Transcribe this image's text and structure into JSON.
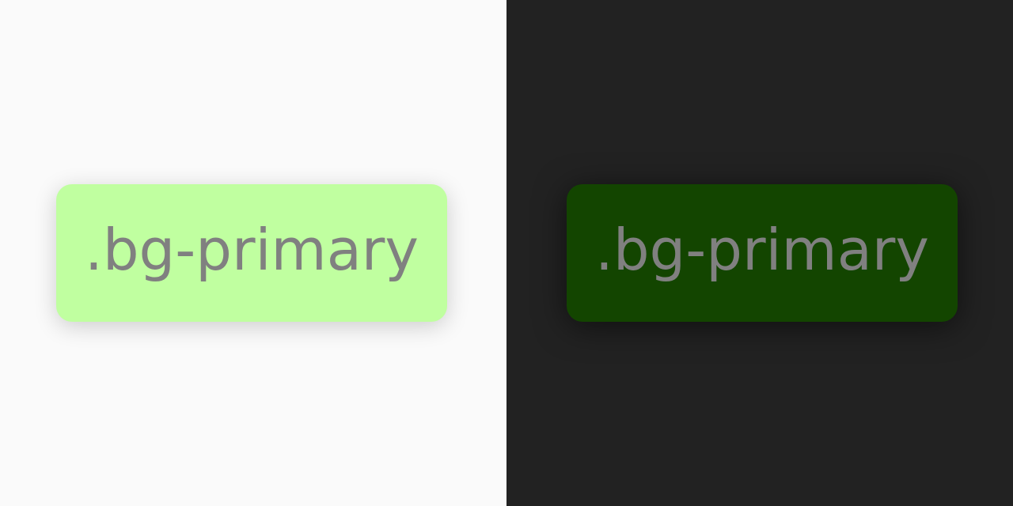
{
  "panels": [
    {
      "theme": "light",
      "background": "#fafafa",
      "swatch": {
        "label": ".bg-primary",
        "color": "#c0ffa0",
        "text_color": "#808080"
      }
    },
    {
      "theme": "dark",
      "background": "#222222",
      "swatch": {
        "label": ".bg-primary",
        "color": "#134500",
        "text_color": "#808080"
      }
    }
  ]
}
